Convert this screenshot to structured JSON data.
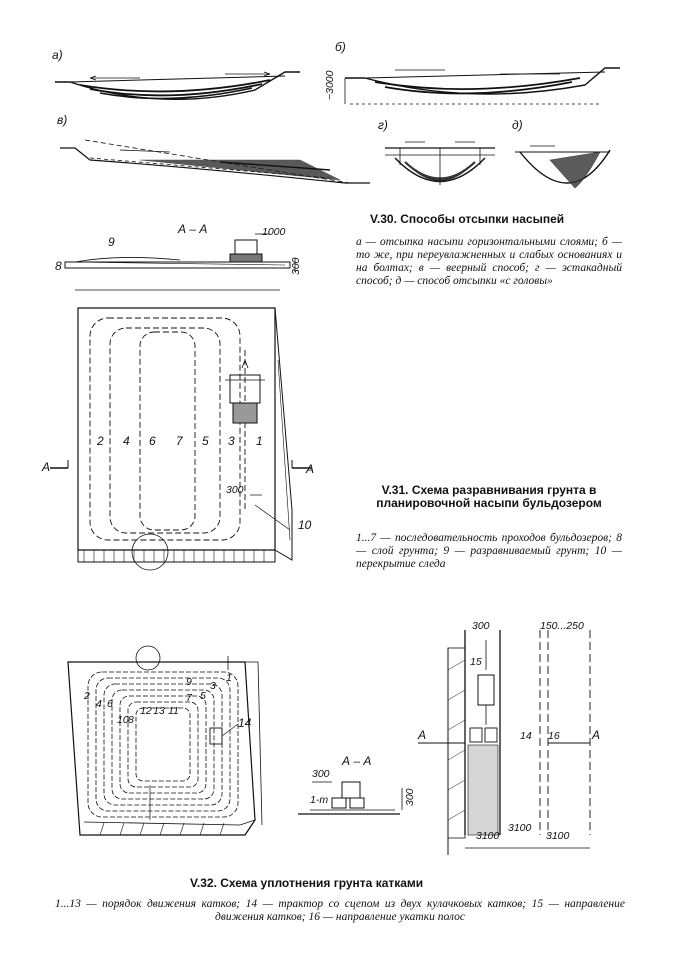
{
  "fig30": {
    "labels": {
      "a": "а)",
      "b": "б)",
      "v": "в)",
      "g": "г)",
      "d": "д)"
    },
    "dim_3000": "~3000",
    "title": "V.30. Способы отсыпки насыпей",
    "caption": "а — отсыпка насыпи горизонтальными слоями; б — то же, при переувлажненных и слабых основаниях и на болтах; в — веерный способ; г — эстакадный способ; д — способ отсыпки «с головы»"
  },
  "fig31": {
    "section": "А – А",
    "dim_1000": "1000",
    "dim_300_side": "300",
    "dim_300_mid": "300",
    "mark_8": "8",
    "mark_9": "9",
    "mark_10": "10",
    "section_a_left": "А",
    "section_a_right": "А",
    "passes": [
      "2",
      "4",
      "6",
      "7",
      "5",
      "3",
      "1"
    ],
    "title": "V.31. Схема разравнивания грунта в планировочной насыпи бульдозером",
    "caption": "1...7 — последовательность проходов бульдозеров; 8 — слой грунта; 9 — разравниваемый грунт; 10 — перекрытие следа"
  },
  "fig32": {
    "section": "А – А",
    "dim_300_a": "300",
    "dim_300_b": "300",
    "dim_300_c": "300",
    "dim_150_250": "150...250",
    "dim_3100": [
      "3100",
      "3100",
      "3100"
    ],
    "mark_14_left": "14",
    "mark_14_right": "14",
    "mark_15": "15",
    "mark_16": "16",
    "mark_1m": "1-m",
    "section_a_left": "А",
    "section_a_right": "А",
    "order_marks": [
      "2",
      "4",
      "6",
      "10",
      "12",
      "13",
      "11",
      "9",
      "7",
      "5",
      "3",
      "1",
      "8"
    ],
    "title": "V.32. Схема уплотнения грунта катками",
    "caption": "1...13 — порядок движения катков; 14 — трактор со сцепом из двух кулачковых катков; 15 — направление движения катков; 16 — направление укатки полос"
  }
}
